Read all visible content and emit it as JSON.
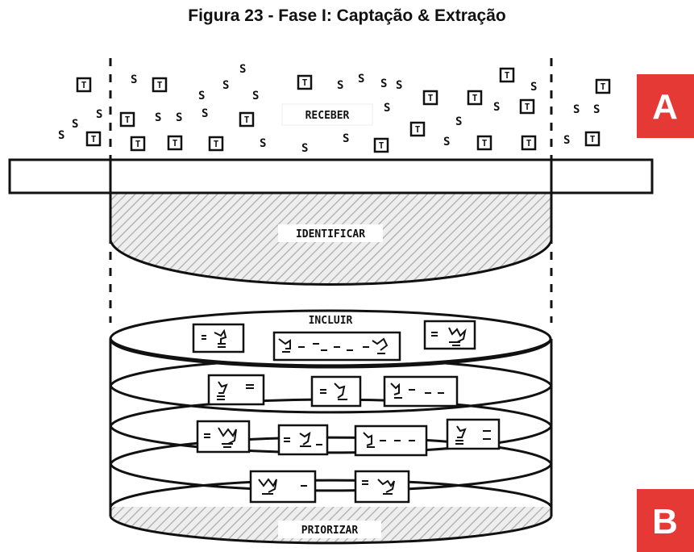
{
  "title": "Figura 23 - Fase I: Captação & Extração",
  "labels": {
    "receber": "RECEBER",
    "identificar": "IDENTIFICAR",
    "incluir": "INCLUIR",
    "priorizar": "PRIORIZAR"
  },
  "markers": {
    "a": "A",
    "b": "B"
  },
  "symbols": {
    "s": "S",
    "t": "T"
  },
  "colors": {
    "marker_bg": "#e53935",
    "hatch": "#d9d9d9",
    "stroke": "#111111"
  }
}
